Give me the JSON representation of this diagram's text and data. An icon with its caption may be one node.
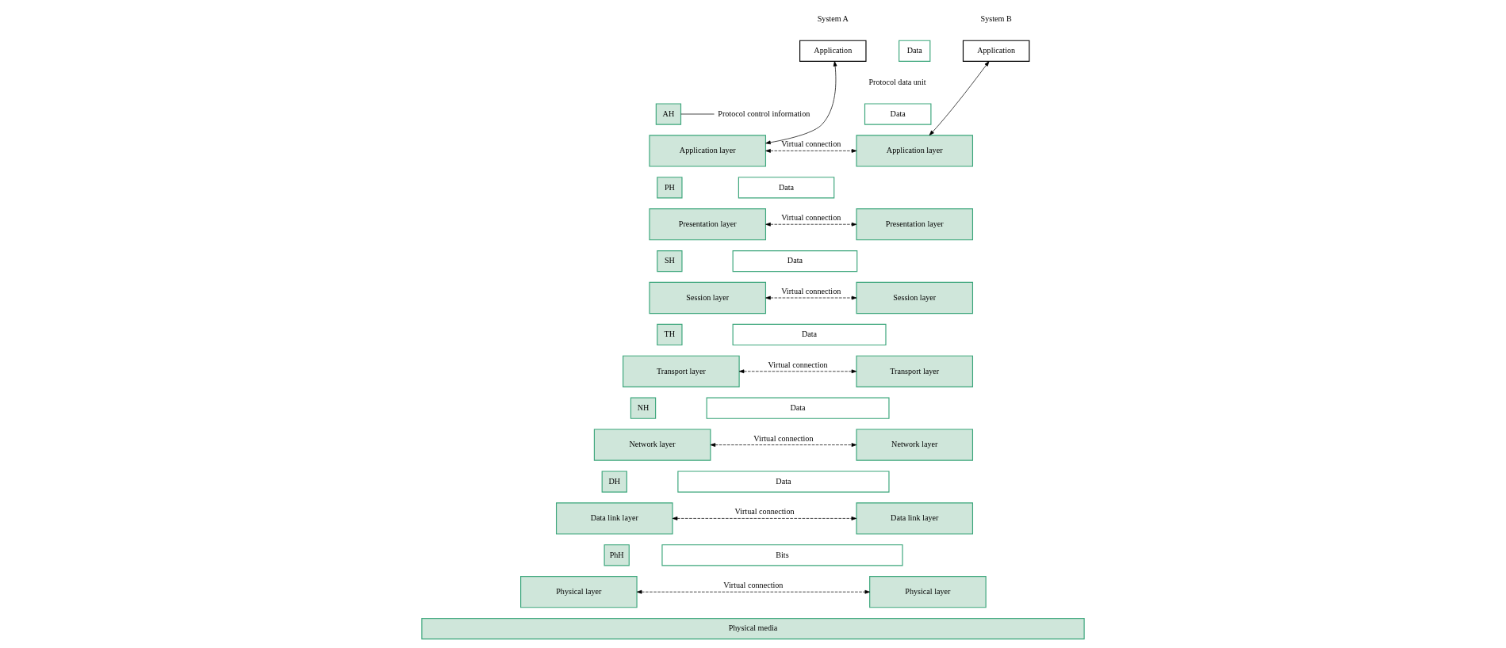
{
  "diagram": {
    "nodes": [
      {
        "text": [
          "Application"
        ],
        "beside": [
          "System A"
        ]
      },
      {
        "text": [
          "Application"
        ],
        "beside": [
          "System B"
        ]
      },
      {
        "text": [
          "Data"
        ]
      },
      {
        "text": [
          "Protocol control information"
        ]
      },
      {
        "text": [
          "Application layer"
        ]
      },
      {
        "text": [
          "Presentation layer"
        ]
      },
      {
        "text": [
          "Session layer"
        ]
      },
      {
        "text": [
          "Transport layer"
        ]
      },
      {
        "text": [
          "Network layer"
        ]
      },
      {
        "text": [
          "Data link layer"
        ]
      },
      {
        "text": [
          "Physical layer"
        ]
      },
      {
        "text": [
          "Application layer"
        ]
      },
      {
        "text": [
          "Presentation layer"
        ]
      },
      {
        "text": [
          "Session layer"
        ]
      },
      {
        "text": [
          "Transport layer"
        ]
      },
      {
        "text": [
          "Network layer"
        ]
      },
      {
        "text": [
          "Data link layer"
        ]
      },
      {
        "text": [
          "Physical layer"
        ]
      },
      {
        "text": [
          "AH"
        ]
      },
      {
        "text": [
          "Data"
        ]
      },
      {
        "text": [
          "PH"
        ]
      },
      {
        "text": [
          "Data"
        ]
      },
      {
        "text": [
          "SH"
        ]
      },
      {
        "text": [
          "Data"
        ]
      },
      {
        "text": [
          "TH"
        ]
      },
      {
        "text": [
          "Data"
        ]
      },
      {
        "text": [
          "NH"
        ]
      },
      {
        "text": [
          "Data"
        ]
      },
      {
        "text": [
          "DH"
        ]
      },
      {
        "text": [
          "Data"
        ]
      },
      {
        "text": [
          "PhH"
        ]
      },
      {
        "text": [
          "Bits"
        ]
      },
      {
        "text": [
          "Physical media"
        ]
      }
    ],
    "edges": [
      {
        "from": 0,
        "to": 4,
        "arrow": "both"
      },
      {
        "from": 1,
        "to": 11,
        "arrow": "both"
      },
      {
        "from": 3,
        "to": 18,
        "arrow": "none"
      },
      {
        "from": 4,
        "to": 11,
        "arrow": "both",
        "style": "dashed",
        "label": "Virtual connection"
      },
      {
        "from": 5,
        "to": 12,
        "arrow": "both",
        "style": "dashed",
        "label": "Virtual connection"
      },
      {
        "from": 6,
        "to": 13,
        "arrow": "both",
        "style": "dashed",
        "label": "Virtual connection"
      },
      {
        "from": 7,
        "to": 14,
        "arrow": "both",
        "style": "dashed",
        "label": "Virtual connection"
      },
      {
        "from": 8,
        "to": 15,
        "arrow": "both",
        "style": "dashed",
        "label": "Virtual connection"
      },
      {
        "from": 9,
        "to": 16,
        "arrow": "both",
        "style": "dashed",
        "label": "Virtual connection"
      },
      {
        "from": 10,
        "to": 17,
        "arrow": "both",
        "style": "dashed",
        "label": "Virtual connection"
      }
    ],
    "labels": [
      "Protocol data unit"
    ]
  }
}
